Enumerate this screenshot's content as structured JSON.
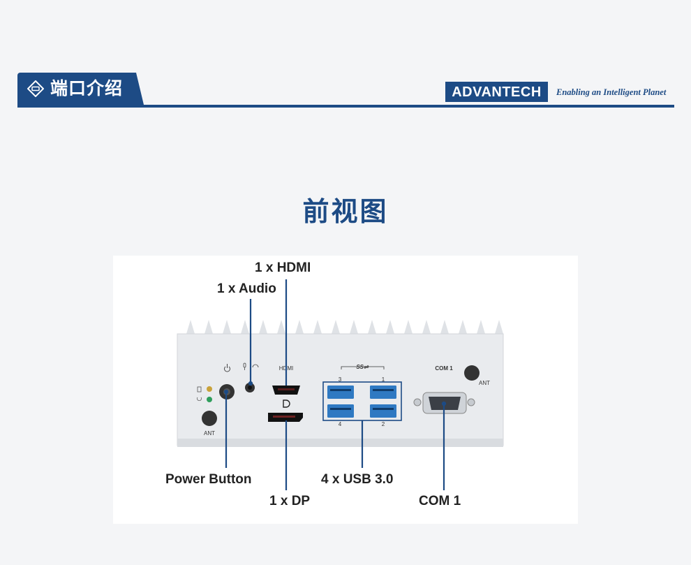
{
  "header": {
    "section_title": "端口介绍",
    "brand": "ADVANTECH",
    "tagline": "Enabling an Intelligent Planet"
  },
  "view_title": "前视图",
  "callouts": {
    "hdmi": "1 x HDMI",
    "audio": "1 x Audio",
    "power_button": "Power Button",
    "dp": "1 x DP",
    "usb": "4 x USB 3.0",
    "com": "COM 1"
  },
  "device_labels": {
    "hdmi": "HDMI",
    "com": "COM 1",
    "ant_left": "ANT",
    "ant_right": "ANT",
    "usb_port_1": "1",
    "usb_port_2": "2",
    "usb_port_3": "3",
    "usb_port_4": "4"
  },
  "colors": {
    "brand_blue": "#1d4b85",
    "usb_blue": "#2f79c2",
    "led_amber": "#c9a23a",
    "led_green": "#2f9e5c"
  }
}
